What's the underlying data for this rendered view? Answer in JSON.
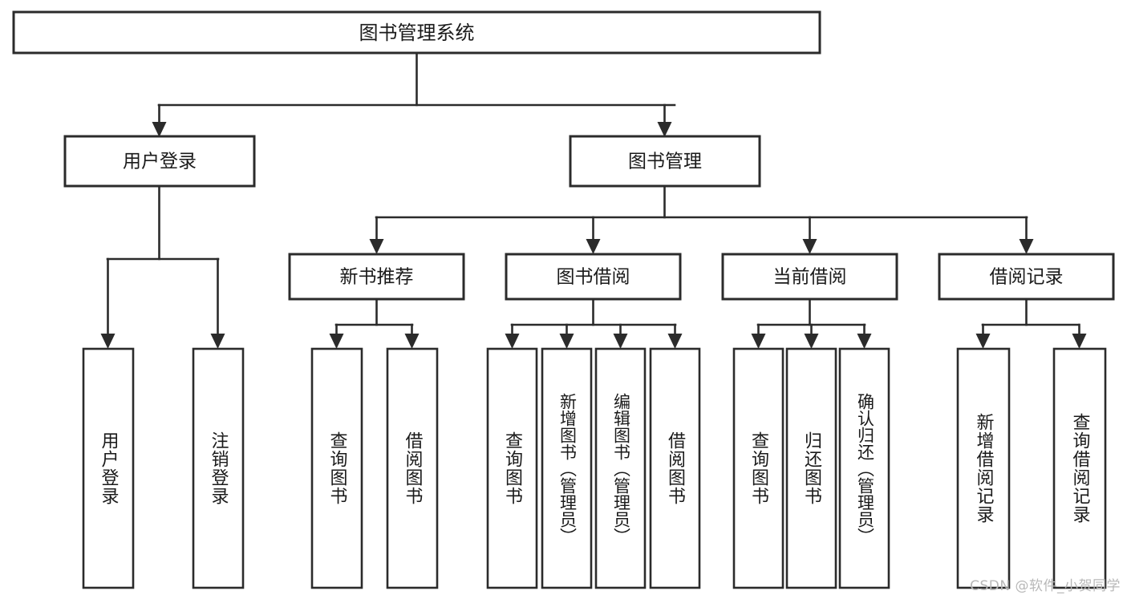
{
  "diagram": {
    "type": "tree-hierarchy-flowchart",
    "title": "图书管理系统",
    "root": {
      "id": "root",
      "label": "图书管理系统",
      "orientation": "horizontal"
    },
    "level2": [
      {
        "id": "user-login",
        "label": "用户登录",
        "orientation": "horizontal"
      },
      {
        "id": "book-manage",
        "label": "图书管理",
        "orientation": "horizontal"
      }
    ],
    "level3": [
      {
        "id": "new-book-recommend",
        "label": "新书推荐",
        "parent": "book-manage",
        "orientation": "horizontal"
      },
      {
        "id": "book-borrow",
        "label": "图书借阅",
        "parent": "book-manage",
        "orientation": "horizontal"
      },
      {
        "id": "current-borrow",
        "label": "当前借阅",
        "parent": "book-manage",
        "orientation": "horizontal"
      },
      {
        "id": "borrow-record",
        "label": "借阅记录",
        "parent": "book-manage",
        "orientation": "horizontal"
      }
    ],
    "leaves": [
      {
        "id": "leaf-user-login",
        "label": "用户登录",
        "parent": "user-login",
        "orientation": "vertical"
      },
      {
        "id": "leaf-user-logout",
        "label": "注销登录",
        "parent": "user-login",
        "orientation": "vertical"
      },
      {
        "id": "leaf-query-book-1",
        "label": "查询图书",
        "parent": "new-book-recommend",
        "orientation": "vertical"
      },
      {
        "id": "leaf-borrow-book-1",
        "label": "借阅图书",
        "parent": "new-book-recommend",
        "orientation": "vertical"
      },
      {
        "id": "leaf-query-book-2",
        "label": "查询图书",
        "parent": "book-borrow",
        "orientation": "vertical"
      },
      {
        "id": "leaf-add-book",
        "label": "新增图书（管理员）",
        "parent": "book-borrow",
        "orientation": "vertical"
      },
      {
        "id": "leaf-edit-book",
        "label": "编辑图书（管理员）",
        "parent": "book-borrow",
        "orientation": "vertical"
      },
      {
        "id": "leaf-borrow-book-2",
        "label": "借阅图书",
        "parent": "book-borrow",
        "orientation": "vertical"
      },
      {
        "id": "leaf-query-book-3",
        "label": "查询图书",
        "parent": "current-borrow",
        "orientation": "vertical"
      },
      {
        "id": "leaf-return-book",
        "label": "归还图书",
        "parent": "current-borrow",
        "orientation": "vertical"
      },
      {
        "id": "leaf-confirm-return",
        "label": "确认归还（管理员）",
        "parent": "current-borrow",
        "orientation": "vertical"
      },
      {
        "id": "leaf-add-record",
        "label": "新增借阅记录",
        "parent": "borrow-record",
        "orientation": "vertical"
      },
      {
        "id": "leaf-query-record",
        "label": "查询借阅记录",
        "parent": "borrow-record",
        "orientation": "vertical"
      }
    ],
    "colors": {
      "stroke": "#2b2b2b",
      "fill": "#ffffff",
      "text": "#1a1a1a",
      "watermark": "#b8b8b8"
    }
  },
  "watermark": {
    "text": "CSDN @软件_小贺同学"
  }
}
